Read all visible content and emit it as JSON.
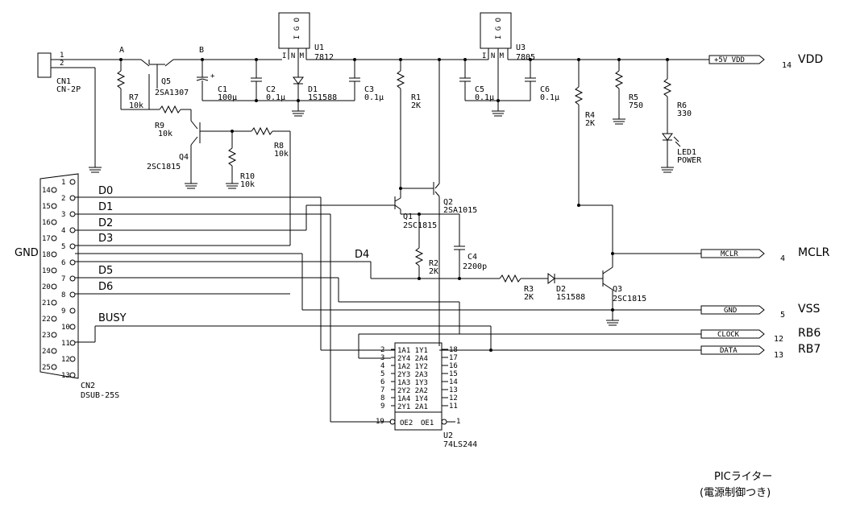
{
  "title": {
    "line1": "PICライター",
    "line2": "(電源制御つき)"
  },
  "nodes": {
    "a": "A",
    "b": "B"
  },
  "components": {
    "cn1": {
      "ref": "CN1",
      "value": "CN-2P",
      "pin1": "1",
      "pin2": "2"
    },
    "cn2": {
      "ref": "CN2",
      "value": "DSUB-25S"
    },
    "u1": {
      "ref": "U1",
      "value": "7812",
      "pins": "I G O",
      "inout": "I N M"
    },
    "u3": {
      "ref": "U3",
      "value": "7805",
      "pins": "I G O",
      "inout": "I N M"
    },
    "u2": {
      "ref": "U2",
      "value": "74LS244"
    },
    "q1": {
      "ref": "Q1",
      "value": "2SC1815"
    },
    "q2": {
      "ref": "Q2",
      "value": "2SA1015"
    },
    "q3": {
      "ref": "Q3",
      "value": "2SC1815"
    },
    "q4": {
      "ref": "Q4",
      "value": "2SC1815"
    },
    "q5": {
      "ref": "Q5",
      "value": "2SA1307"
    },
    "r1": {
      "ref": "R1",
      "value": "2K"
    },
    "r2": {
      "ref": "R2",
      "value": "2K"
    },
    "r3": {
      "ref": "R3",
      "value": "2K"
    },
    "r4": {
      "ref": "R4",
      "value": "2K"
    },
    "r5": {
      "ref": "R5",
      "value": "750"
    },
    "r6": {
      "ref": "R6",
      "value": "330"
    },
    "r7": {
      "ref": "R7",
      "value": "10k"
    },
    "r8": {
      "ref": "R8",
      "value": "10k"
    },
    "r9": {
      "ref": "R9",
      "value": "10k"
    },
    "r10": {
      "ref": "R10",
      "value": "10k"
    },
    "c1": {
      "ref": "C1",
      "value": "100μ"
    },
    "c2": {
      "ref": "C2",
      "value": "0.1μ"
    },
    "c3": {
      "ref": "C3",
      "value": "0.1μ"
    },
    "c4": {
      "ref": "C4",
      "value": "2200p"
    },
    "c5": {
      "ref": "C5",
      "value": "0.1μ"
    },
    "c6": {
      "ref": "C6",
      "value": "0.1μ"
    },
    "d1": {
      "ref": "D1",
      "value": "1S1588"
    },
    "d2": {
      "ref": "D2",
      "value": "1S1588"
    },
    "led1": {
      "ref": "LED1",
      "value": "POWER"
    }
  },
  "dsub_pins": {
    "left": [
      "14",
      "15",
      "16",
      "17",
      "18",
      "19",
      "20",
      "21",
      "22",
      "23",
      "24",
      "25"
    ],
    "right": [
      "1",
      "2",
      "3",
      "4",
      "5",
      "6",
      "7",
      "8",
      "9",
      "10",
      "11",
      "12",
      "13"
    ]
  },
  "signals": {
    "d0": "D0",
    "d1": "D1",
    "d2": "D2",
    "d3": "D3",
    "d4": "D4",
    "d5": "D5",
    "d6": "D6",
    "busy": "BUSY",
    "gnd_side": "GND"
  },
  "ic_u2": {
    "pins_left": [
      "2",
      "3",
      "4",
      "5",
      "6",
      "7",
      "8",
      "9"
    ],
    "names_left": [
      "1A1 1Y1",
      "2Y4 2A4",
      "1A2 1Y2",
      "2Y3 2A3",
      "1A3 1Y3",
      "2Y2 2A2",
      "1A4 1Y4",
      "2Y1 2A1"
    ],
    "pins_right": [
      "18",
      "17",
      "16",
      "15",
      "14",
      "13",
      "12",
      "11"
    ],
    "oe2": "OE2",
    "oe1": "OE1",
    "pin19": "19",
    "pin1": "1"
  },
  "outputs": [
    {
      "flag": "+5V VDD",
      "pin": "14",
      "name": "VDD"
    },
    {
      "flag": "MCLR",
      "pin": "4",
      "name": "MCLR"
    },
    {
      "flag": "GND",
      "pin": "5",
      "name": "VSS"
    },
    {
      "flag": "CLOCK",
      "pin": "12",
      "name": "RB6"
    },
    {
      "flag": "DATA",
      "pin": "13",
      "name": "RB7"
    }
  ]
}
